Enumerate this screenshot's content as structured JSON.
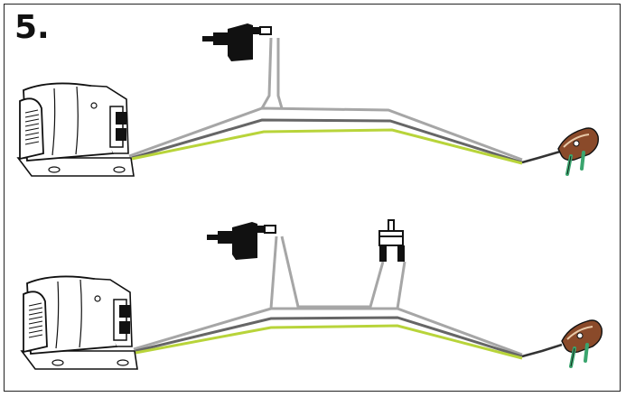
{
  "step_number": "5.",
  "colors": {
    "cable_grey": "#a6a6a6",
    "cable_dark": "#666666",
    "cable_green": "#b8d43a",
    "component_black": "#111111",
    "plug_copper": "#8a4a2a",
    "plug_pin_green": "#3aa56e"
  },
  "diagrams": [
    {
      "name": "wiring-single-plug-adapter",
      "components": [
        "blower-motor",
        "power-adapter",
        "mains-plug"
      ]
    },
    {
      "name": "wiring-adapter-and-connector",
      "components": [
        "blower-motor",
        "power-adapter",
        "inline-connector",
        "mains-plug"
      ]
    }
  ]
}
